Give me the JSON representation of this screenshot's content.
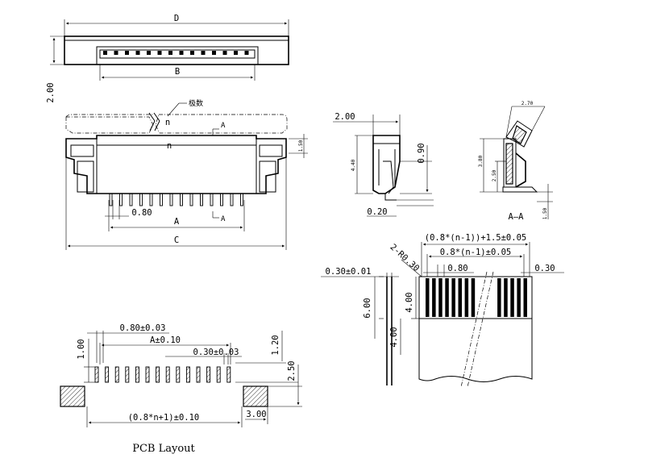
{
  "top_view": {
    "label_d": "D",
    "label_b": "B",
    "label_height": "2.00"
  },
  "front_view": {
    "label_n_upper": "n",
    "label_n_lower": "n",
    "label_pins_cn": "极数",
    "label_a_section_top": "A",
    "label_a_section_bottom": "A",
    "label_pitch": "0.80",
    "label_a": "A",
    "label_c": "C",
    "label_right_small": "1.50"
  },
  "side_view": {
    "label_width": "2.00",
    "label_height_small": "4.40",
    "label_090": "0.90",
    "label_020": "0.20"
  },
  "section_view": {
    "label_top": "2.70",
    "label_left_a": "3.80",
    "label_left_b": "2.50",
    "label_right": "1.50",
    "label_caption": "A—A"
  },
  "fpc_view": {
    "label_total": "(0.8*(n-1))+1.5±0.05",
    "label_pitch_total": "0.8*(n-1)±0.05",
    "label_radius": "2-R0.30",
    "label_pitch": "0.80",
    "label_030": "0.30",
    "label_thickness": "0.30±0.01",
    "label_600": "6.00",
    "label_400_a": "4.00",
    "label_400_b": "4.00"
  },
  "pcb_layout": {
    "label_pitch": "0.80±0.03",
    "label_a": "A±0.10",
    "label_pad_width": "0.30±0.03",
    "label_100": "1.00",
    "label_120": "1.20",
    "label_250": "2.50",
    "label_300": "3.00",
    "label_total": "(0.8*n+1)±0.10",
    "caption": "PCB Layout"
  }
}
